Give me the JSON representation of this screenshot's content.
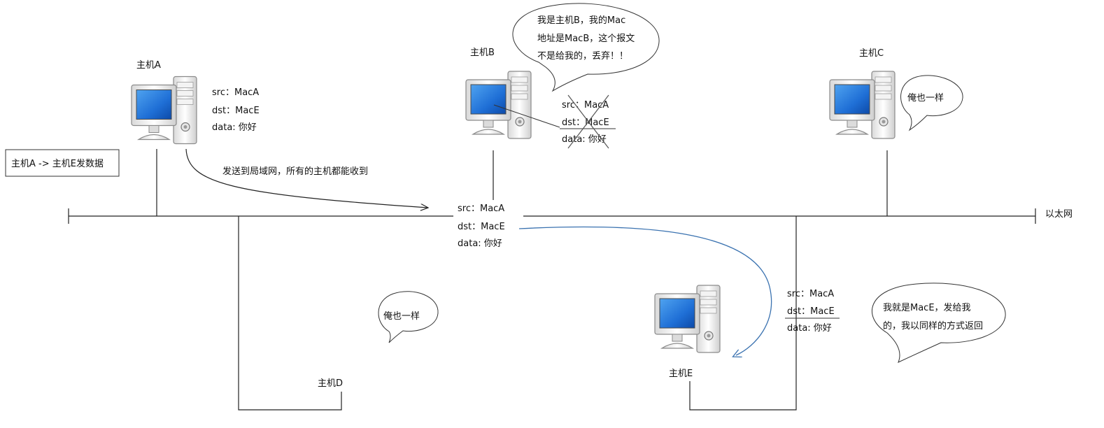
{
  "hosts": {
    "A": {
      "label": "主机A"
    },
    "B": {
      "label": "主机B"
    },
    "C": {
      "label": "主机C"
    },
    "D": {
      "label": "主机D"
    },
    "E": {
      "label": "主机E"
    }
  },
  "packet": {
    "src": "src：MacA",
    "dst": "dst：MacE",
    "data": "data: 你好"
  },
  "box_label": "主机A -> 主机E发数据",
  "broadcast_label": "发送到局域网，所有的主机都能收到",
  "ethernet_label": "以太网",
  "bubbles": {
    "B": [
      "我是主机B，我的Mac",
      "地址是MacB，这个报文",
      "不是给我的，丢弃！！"
    ],
    "C": [
      "俺也一样"
    ],
    "D": [
      "俺也一样"
    ],
    "E": [
      "我就是MacE，发给我",
      "的，我以同样的方式返回"
    ]
  },
  "colors": {
    "screen": "#1f6fd6",
    "accent_arrow": "#3a72b0",
    "ink": "#222222",
    "cross": "#555555"
  }
}
